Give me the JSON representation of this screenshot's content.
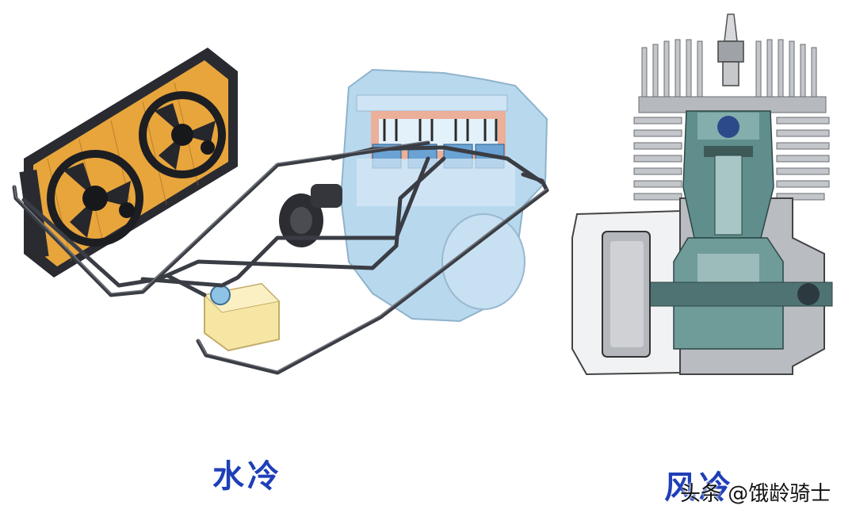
{
  "labels": {
    "water_cooling": "水冷",
    "air_cooling": "风冷"
  },
  "watermark": "头条 @饿龄骑士",
  "colors": {
    "label_blue": "#1e3fb8",
    "pipe": "#3a3d44",
    "engine_block": "#b8d8ee",
    "radiator_core": "#e8a53c",
    "reservoir": "#f6e6a4",
    "cylinder_gray": "#b9bcc1",
    "internal_teal": "#5f8e8c"
  }
}
